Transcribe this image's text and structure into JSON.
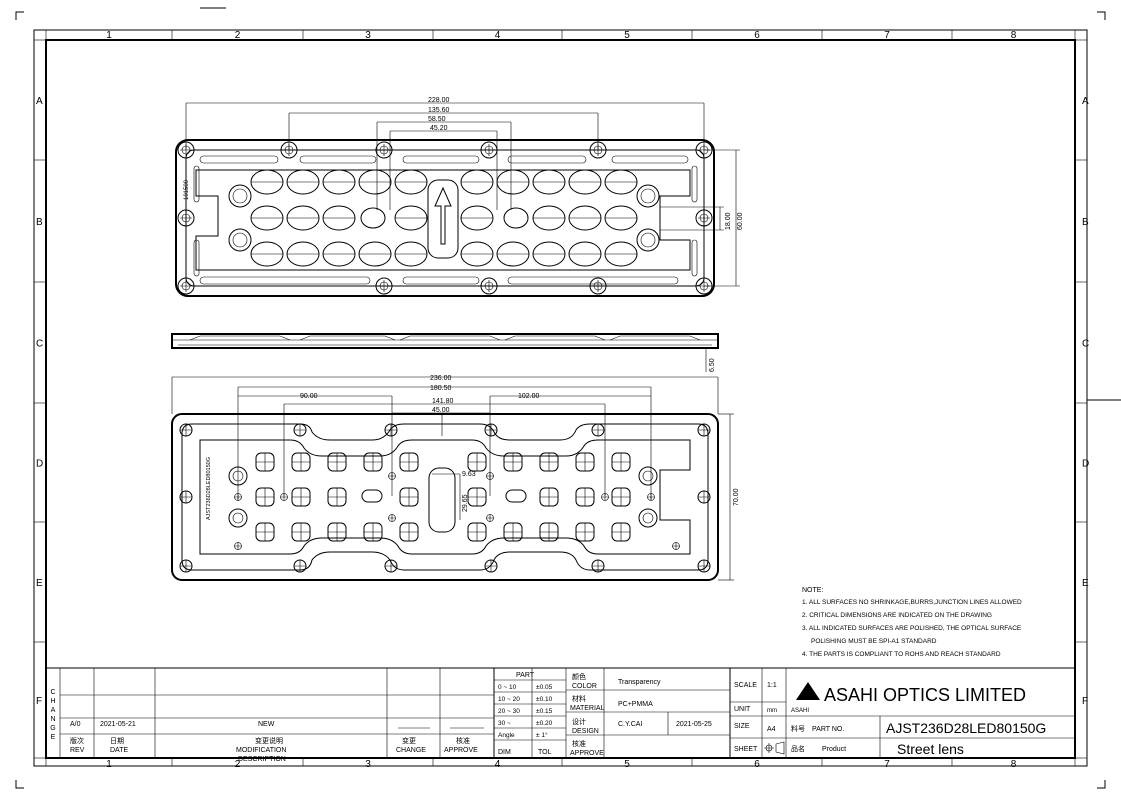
{
  "frame": {
    "col_labels": [
      "1",
      "2",
      "3",
      "4",
      "5",
      "6",
      "7",
      "8"
    ],
    "row_labels": [
      "A",
      "B",
      "C",
      "D",
      "E",
      "F"
    ]
  },
  "top_view": {
    "dims": [
      "228.00",
      "135.60",
      "58.50",
      "45.20",
      "18.00",
      "60.00"
    ],
    "side_text": "101500"
  },
  "side_view": {
    "thickness": "6.50"
  },
  "bottom_view": {
    "dims": [
      "236.00",
      "180.50",
      "141.80",
      "45.00",
      "90.00",
      "102.00",
      "70.00",
      "9.63",
      "29.65"
    ],
    "side_text": "AJST236D28LED80150G"
  },
  "notes": {
    "heading": "NOTE:",
    "items": [
      "1. ALL SURFACES NO SHRINKAGE,BURRS,JUNCTION LINES ALLOWED",
      "2. CRITICAL DIMENSIONS ARE INDICATED ON THE DRAWING",
      "3. ALL INDICATED SURFACES ARE POLISHED, THE OPTICAL SURFACE",
      "POLISHING MUST BE SPI-A1 STANDARD",
      "4. THE PARTS IS COMPLIANT TO ROHS AND REACH STANDARD"
    ]
  },
  "title_block": {
    "change_letters": [
      "C",
      "H",
      "A",
      "N",
      "G",
      "E"
    ],
    "rev_row": {
      "rev": "A/0",
      "date": "2021-05-21",
      "desc": "NEW"
    },
    "headers": {
      "rev_cn": "版次",
      "rev": "REV",
      "date_cn": "日期",
      "date": "DATE",
      "mod_cn": "变更说明",
      "mod": "MODIFICATION",
      "mod2": "DESCRIPTION",
      "change_cn": "变更",
      "change": "CHANGE",
      "approve_cn": "核准",
      "approve": "APPROVE"
    },
    "tolerance": {
      "part": "PART",
      "rows": [
        [
          "0 ~ 10",
          "±0.05"
        ],
        [
          "10 ~ 20",
          "±0.10"
        ],
        [
          "20 ~ 30",
          "±0.15"
        ],
        [
          "30 ~",
          "±0.20"
        ],
        [
          "Angle",
          "± 1°"
        ]
      ],
      "dim": "DIM",
      "tol": "TOL"
    },
    "fields": {
      "color_cn": "颜色",
      "color": "COLOR",
      "color_val": "Transparency",
      "material_cn": "材料",
      "material": "MATERIAL",
      "material_val": "PC+PMMA",
      "design_cn": "设计",
      "design": "DESIGN",
      "designer": "C.Y.CAI",
      "design_date": "2021-05-25",
      "approve_cn": "核准",
      "approve": "APPROVE",
      "scale": "SCALE",
      "scale_val": "1:1",
      "unit": "UNIT",
      "unit_val": "mm",
      "size": "SIZE",
      "size_val": "A4",
      "sheet": "SHEET",
      "partno_cn": "料号",
      "partno": "PART NO.",
      "partno_val": "AJST236D28LED80150G",
      "product_cn": "品名",
      "product": "Product",
      "product_val": "Street lens"
    },
    "company": "ASAHI OPTICS LIMITED",
    "logo_text": "ASAHI"
  }
}
